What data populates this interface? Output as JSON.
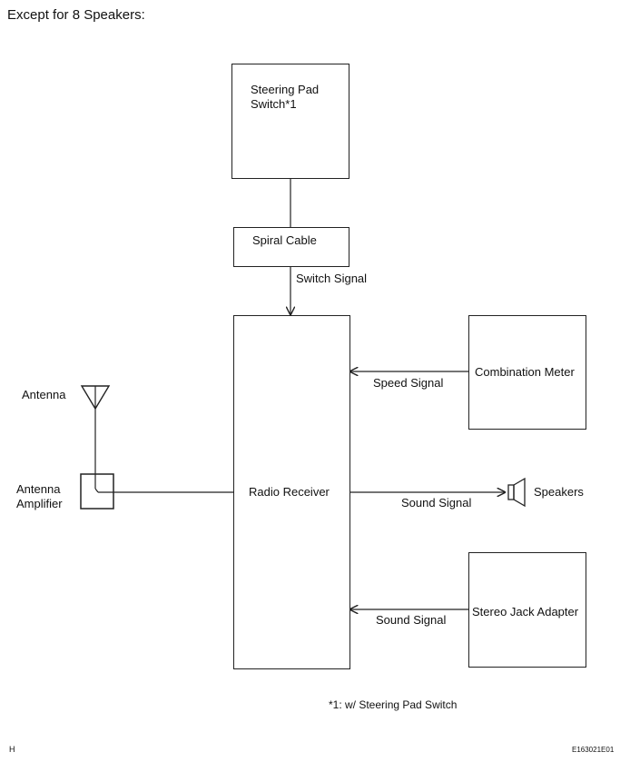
{
  "header": {
    "title": "Except for 8 Speakers:"
  },
  "blocks": {
    "steering_pad_switch": "Steering Pad\nSwitch*1",
    "spiral_cable": "Spiral Cable",
    "radio_receiver": "Radio Receiver",
    "combination_meter": "Combination Meter",
    "stereo_jack_adapter": "Stereo Jack Adapter",
    "antenna": "Antenna",
    "antenna_amplifier": "Antenna\nAmplifier",
    "speakers": "Speakers"
  },
  "signals": {
    "switch_signal": "Switch Signal",
    "speed_signal": "Speed Signal",
    "sound_signal_out": "Sound Signal",
    "sound_signal_in": "Sound Signal"
  },
  "footnote": "*1: w/ Steering Pad Switch",
  "corner": {
    "left": "H",
    "right": "E163021E01"
  }
}
